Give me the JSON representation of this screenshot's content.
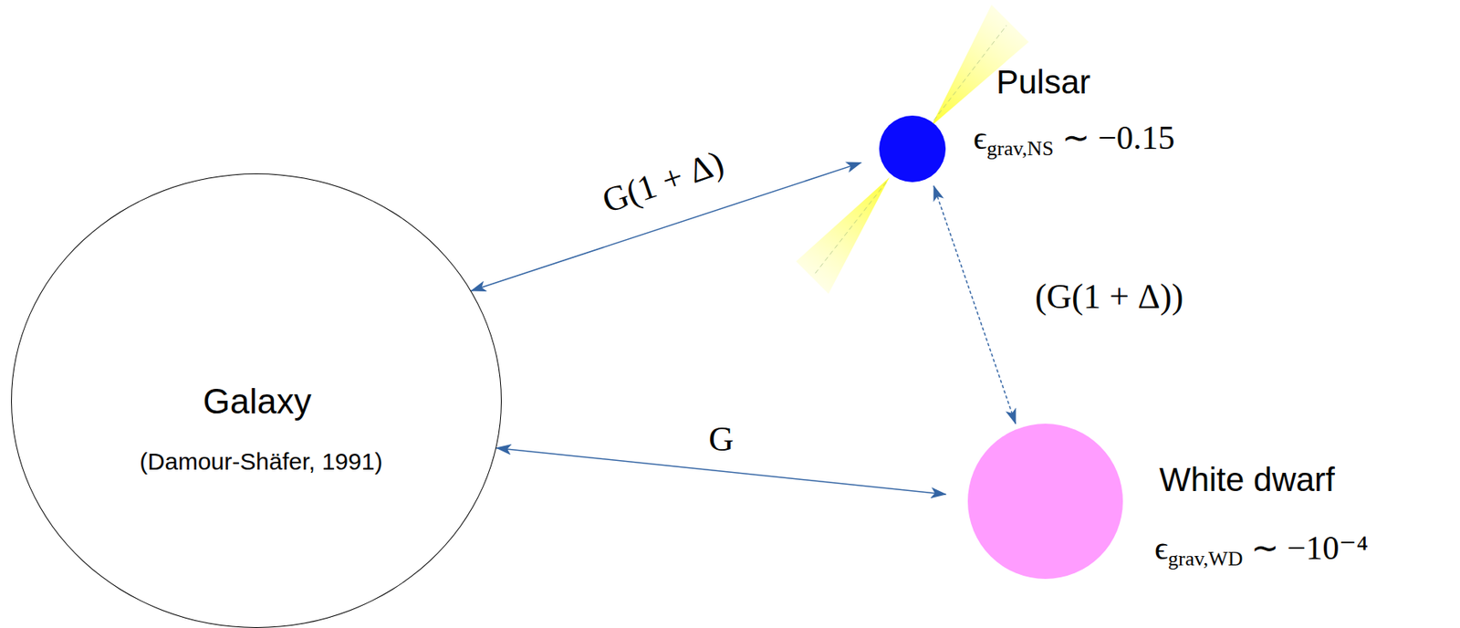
{
  "diagram": {
    "nodes": [
      {
        "text": [
          "Galaxy",
          "(Damour-Shäfer, 1991)"
        ]
      },
      {
        "text": [
          "Pulsar",
          "ϵgrav,NS ∼ −0.15"
        ]
      },
      {
        "text": [
          "White dwarf",
          "ϵgrav,WD ∼ −10⁻⁴"
        ]
      }
    ],
    "edges": [
      {
        "from": 0,
        "to": 1,
        "arrow": "both",
        "label": "G(1 + Δ)"
      },
      {
        "from": 0,
        "to": 2,
        "arrow": "both",
        "label": "G"
      },
      {
        "from": 1,
        "to": 2,
        "arrow": "both",
        "label": "(G(1 + Δ))"
      }
    ]
  }
}
